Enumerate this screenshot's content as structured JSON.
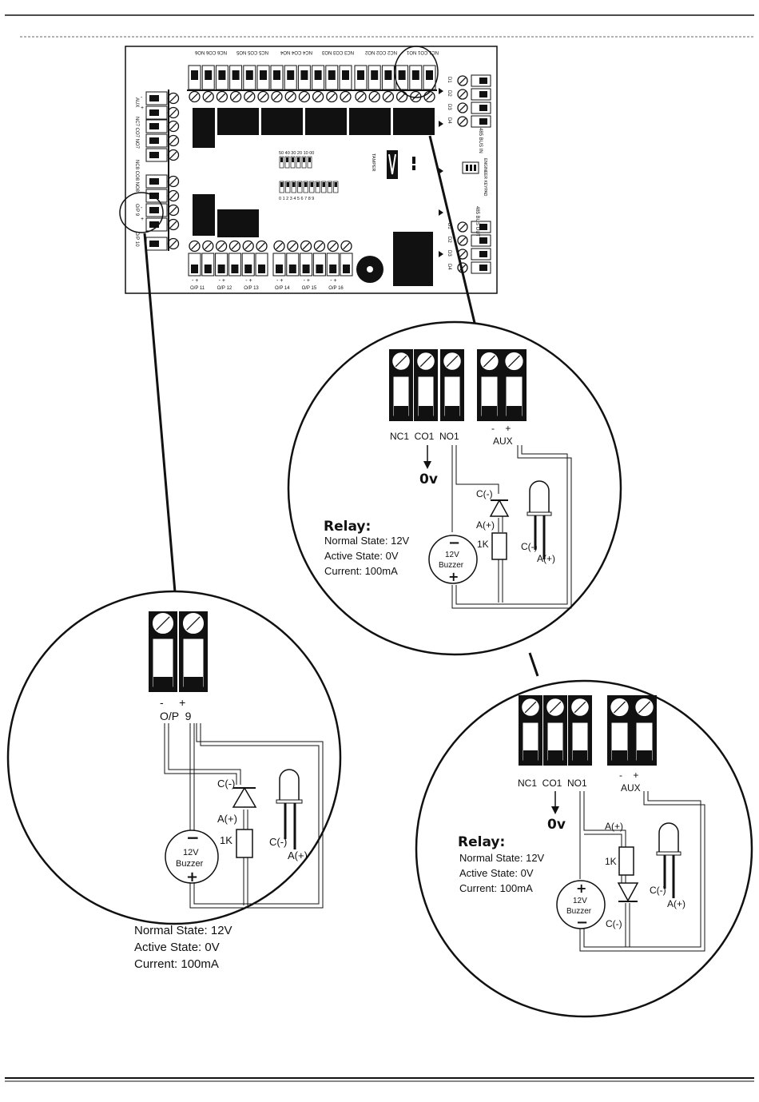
{
  "board": {
    "top_outputs": [
      "NC6",
      "CO6",
      "NO6",
      "NC5",
      "CO5",
      "NO5",
      "NC4",
      "CO4",
      "NO4",
      "NC3",
      "CO3",
      "NO3",
      "NC2",
      "CO2",
      "NO2",
      "NC1",
      "CO1",
      "NO1"
    ],
    "side_labels": {
      "aux": "AUX",
      "nc7_co7_no7": "NC7 CO7 NO7",
      "nc8_co8_no8": "NC8 CO8 NO8",
      "op9": "O/P 9",
      "op10": "O/P 10"
    },
    "bus_in_terminals": [
      "D1",
      "D2",
      "D3",
      "D4"
    ],
    "bus_in_label": "485 BUS IN",
    "bus_out_label": "485 BUS OUT",
    "dip_top_numbers": "50 40 30 20 10 00",
    "dip_bottom_numbers": "0 1 2 3 4 5 6 7 8 9",
    "tamper_label": "TAMPER",
    "engineer_keypad_label": "ENGINEER KEYPAD",
    "bottom_outputs": [
      "O/P 11",
      "O/P 12",
      "O/P 13",
      "O/P 14",
      "O/P 15",
      "O/P 16"
    ]
  },
  "relay_led": {
    "terminals": "NC1  CO1  NO1",
    "aux_signs": "-    +",
    "aux": "AUX",
    "zero_v": "0v",
    "heading": "Relay:",
    "specs": [
      "Normal State: 12V",
      "Active State: 0V",
      "Current: 100mA"
    ],
    "diode_c": "C(-)",
    "diode_a": "A(+)",
    "resistor": "1K",
    "led_c": "C(-)",
    "led_a": "A(+)",
    "buzzer_top": "12V",
    "buzzer_bottom": "Buzzer",
    "minus": "−",
    "plus": "+"
  },
  "op9": {
    "signs": "-     +",
    "terminals": "O/P  9",
    "specs": [
      "Normal State: 12V",
      "Active State: 0V",
      "Current: 100mA"
    ],
    "diode_c": "C(-)",
    "diode_a": "A(+)",
    "resistor": "1K",
    "led_c": "C(-)",
    "led_a": "A(+)",
    "buzzer_top": "12V",
    "buzzer_bottom": "Buzzer",
    "minus": "−",
    "plus": "+"
  },
  "relay_alt": {
    "terminals": "NC1  CO1  NO1",
    "aux_signs": "-    +",
    "aux": "AUX",
    "zero_v": "0v",
    "heading": "Relay:",
    "specs": [
      "Normal State: 12V",
      "Active State: 0V",
      "Current: 100mA"
    ],
    "res_a": "A(+)",
    "resistor": "1K",
    "diode_c": "C(-)",
    "led_c": "C(-)",
    "led_a": "A(+)",
    "buzzer_top": "12V",
    "buzzer_bottom": "Buzzer",
    "plus": "+",
    "minus": "−"
  }
}
